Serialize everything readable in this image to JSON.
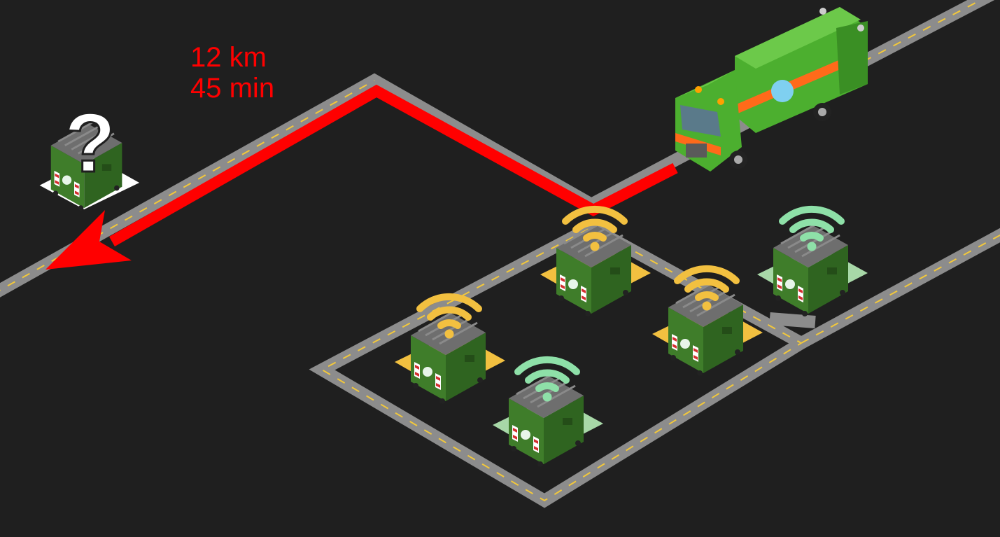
{
  "route": {
    "distance": "12 km",
    "duration": "45 min",
    "color": "#ff0000"
  },
  "unknown_bin": {
    "symbol": "?"
  },
  "colors": {
    "background": "#1f1f1f",
    "road": "#8c8c8c",
    "lane_marking": "#f2c83b",
    "truck_body": "#4caf2f",
    "truck_stripe": "#ff6a1a",
    "bin_body": "#3f7d2a",
    "bin_lid": "#6e6e6e",
    "pad_full": "#f2c040",
    "pad_empty": "#a8d8a8",
    "signal_full": "#f2c040",
    "signal_empty": "#8ee0a8"
  },
  "bins": [
    {
      "id": "bin-top",
      "status": "full"
    },
    {
      "id": "bin-right",
      "status": "full"
    },
    {
      "id": "bin-left",
      "status": "full"
    },
    {
      "id": "bin-bottom",
      "status": "empty"
    },
    {
      "id": "bin-far-right",
      "status": "empty"
    }
  ]
}
